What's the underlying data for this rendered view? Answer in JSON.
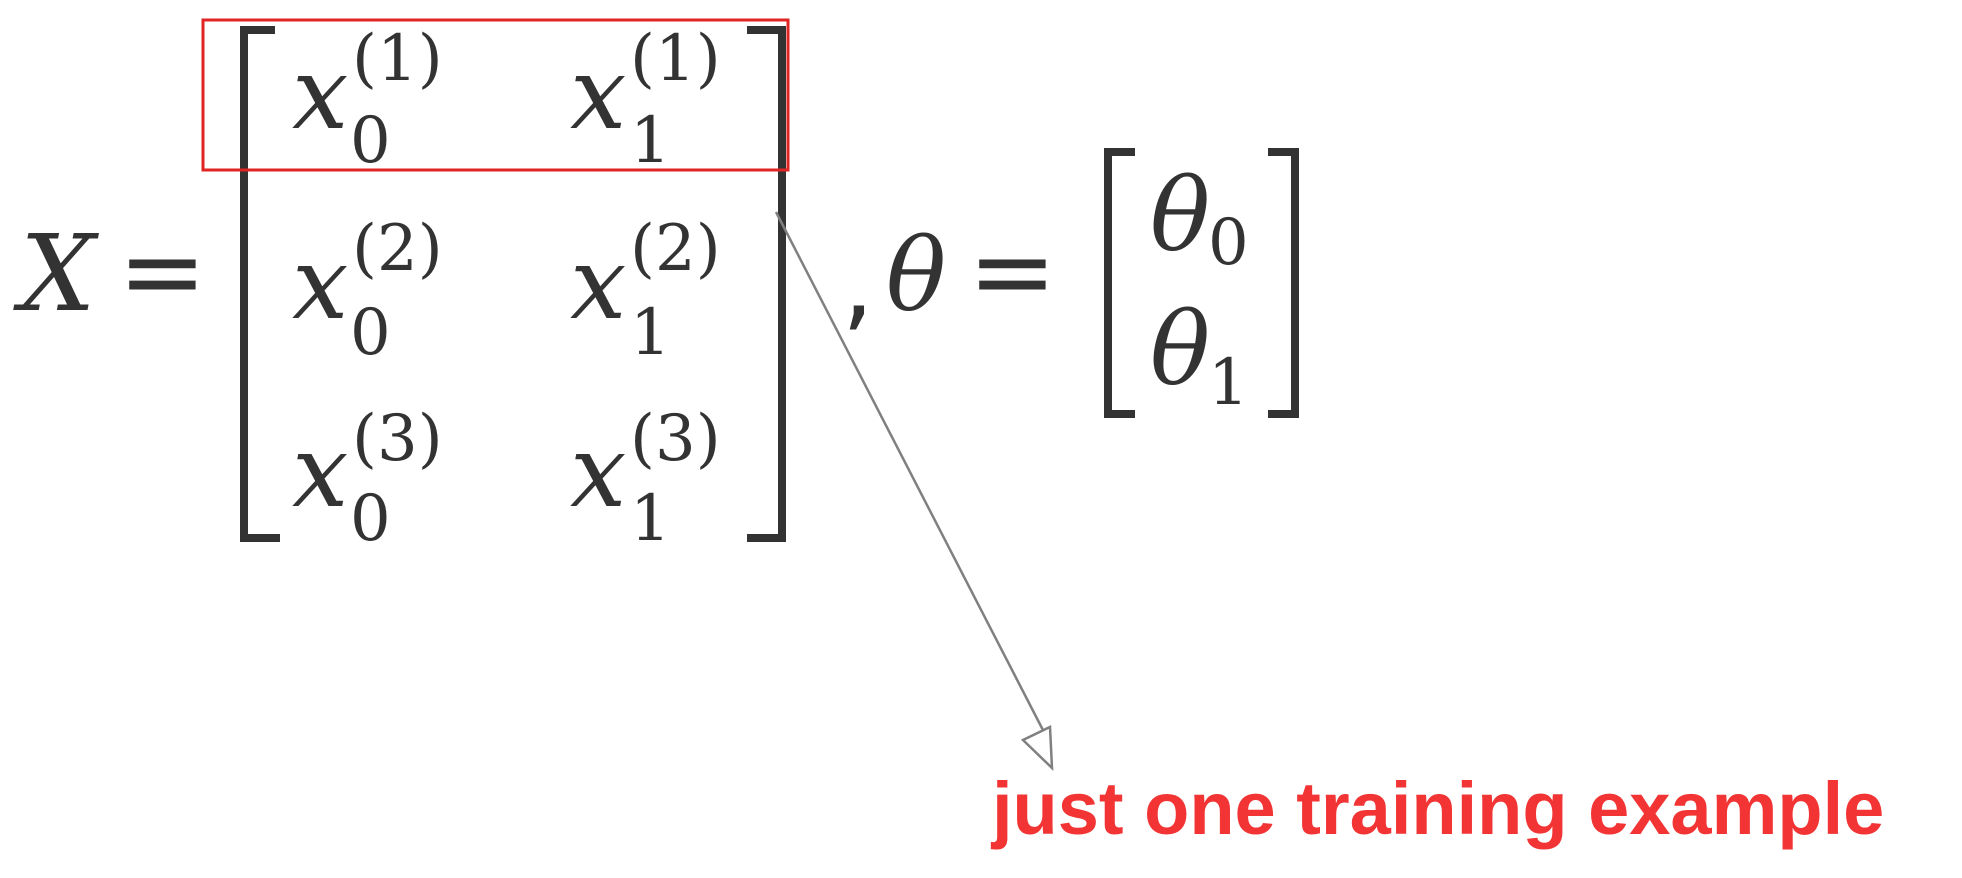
{
  "equation": {
    "lhs_symbol": "X",
    "equals": "=",
    "comma": ",",
    "theta_symbol": "θ",
    "matrix_X": {
      "base": "x",
      "rows": [
        {
          "cells": [
            {
              "sub": "0",
              "sup": "(1)"
            },
            {
              "sub": "1",
              "sup": "(1)"
            }
          ]
        },
        {
          "cells": [
            {
              "sub": "0",
              "sup": "(2)"
            },
            {
              "sub": "1",
              "sup": "(2)"
            }
          ]
        },
        {
          "cells": [
            {
              "sub": "0",
              "sup": "(3)"
            },
            {
              "sub": "1",
              "sup": "(3)"
            }
          ]
        }
      ]
    },
    "vector_theta": {
      "base": "θ",
      "entries": [
        {
          "sub": "0"
        },
        {
          "sub": "1"
        }
      ]
    }
  },
  "annotation": {
    "text": "just one training example",
    "color": "#f23434"
  },
  "highlight": {
    "color": "#e12424",
    "target_row": 1
  },
  "colors": {
    "math": "#333333",
    "arrow": "#808080",
    "background": "#ffffff"
  }
}
